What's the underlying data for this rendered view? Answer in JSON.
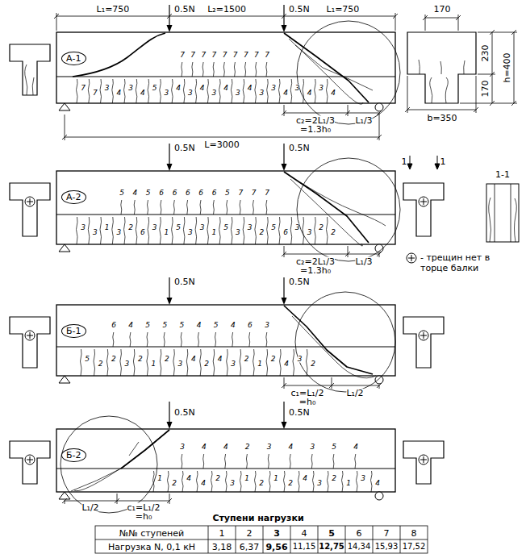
{
  "diagram": {
    "nodes": [
      {
        "text": [
          "А-1"
        ]
      },
      {
        "text": [
          "А-2"
        ]
      },
      {
        "text": [
          "Б-1"
        ]
      },
      {
        "text": [
          "Б-2"
        ]
      }
    ],
    "labels": [
      "L₁=750",
      "0.5N",
      "L₂=1500",
      "0.5N",
      "L₁=750",
      "170",
      "230",
      "170",
      "h=400",
      "b=350",
      "L=3000",
      "c₂=2L₁/3",
      "=1.3h₀",
      "L₁/3",
      "0.5N",
      "0.5N",
      "1-1",
      "1",
      "1",
      "c₂=2L₁/3",
      "=1.3h₀",
      "L₁/3",
      "0.5N",
      "0.5N",
      "c₁=L₁/2",
      "=h₀",
      "L₁/2",
      "0.5N",
      "0.5N",
      "L₁/2",
      "c₁=L₁/2",
      "=h₀",
      "Ступени нагрузки",
      "№№ ступеней",
      "1",
      "2",
      "3",
      "4",
      "5",
      "6",
      "7",
      "8",
      "Нагрузка N, 0,1 кН",
      "3,18",
      "6,37",
      "9,56",
      "11,15",
      "12,75",
      "14,34",
      "15,93",
      "17,52",
      "7",
      "7",
      "3",
      "4",
      "3",
      "4",
      "5",
      "3",
      "4",
      "3",
      "4",
      "3",
      "4",
      "3",
      "4",
      "3",
      "3",
      "4",
      "3",
      "4",
      "3",
      "4",
      "7",
      "7",
      "7",
      "7",
      "7",
      "7",
      "7",
      "7",
      "7",
      "3",
      "3",
      "1",
      "3",
      "2",
      "6",
      "3",
      "1",
      "5",
      "3",
      "3",
      "1",
      "5",
      "3",
      "3",
      "2",
      "5",
      "6",
      "3",
      "3",
      "2",
      "2",
      "5",
      "4",
      "5",
      "6",
      "6",
      "6",
      "6",
      "6",
      "5",
      "7",
      "7",
      "7",
      "5",
      "2",
      "2",
      "3",
      "2",
      "1",
      "2",
      "3",
      "4",
      "2",
      "4",
      "3",
      "2",
      "1",
      "2",
      "4",
      "3",
      "2",
      "6",
      "4",
      "5",
      "5",
      "5",
      "4",
      "5",
      "4",
      "6",
      "3",
      "1",
      "2",
      "4",
      "4",
      "2",
      "3",
      "1",
      "2",
      "1",
      "2",
      "4",
      "3",
      "2",
      "1",
      "3",
      "4",
      "3",
      "4",
      "4",
      "2",
      "3",
      "4",
      "3",
      "5",
      "4"
    ],
    "legend": [
      {
        "text": "- трещин нет в торце балки"
      }
    ]
  }
}
